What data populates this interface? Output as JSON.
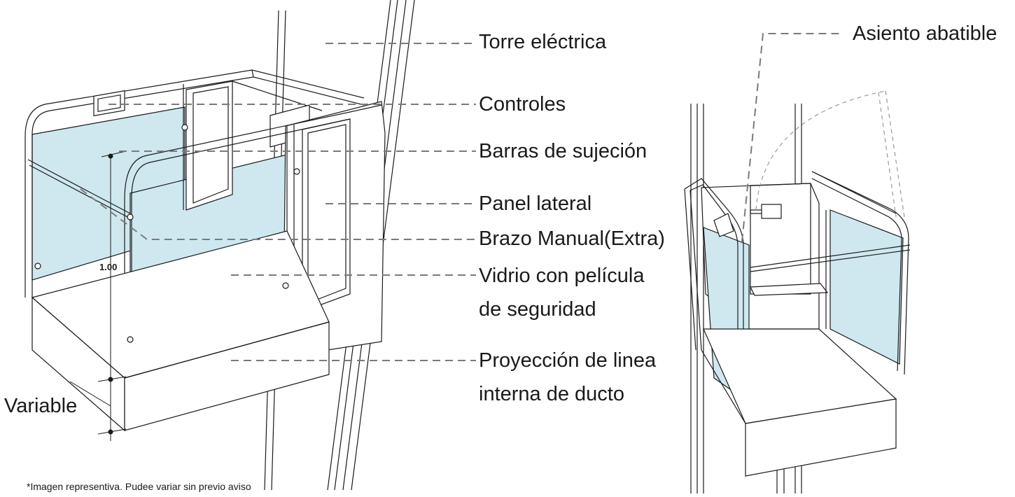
{
  "labels": {
    "torre": "Torre eléctrica",
    "controles": "Controles",
    "barras": "Barras de sujeción",
    "panel": "Panel lateral",
    "brazo": "Brazo Manual(Extra)",
    "vidrio_1": "Vidrio con película",
    "vidrio_2": "de seguridad",
    "proyeccion_1": "Proyección de linea",
    "proyeccion_2": "interna de ducto",
    "asiento": "Asiento abatible",
    "variable": "Variable"
  },
  "dimension": "1.00",
  "footnote": "*Imagen representiva. Pudee variar sin previo aviso",
  "colors": {
    "glass": "#cfe8f0",
    "line": "#1a1a1a",
    "leader": "#7a7a7a"
  }
}
